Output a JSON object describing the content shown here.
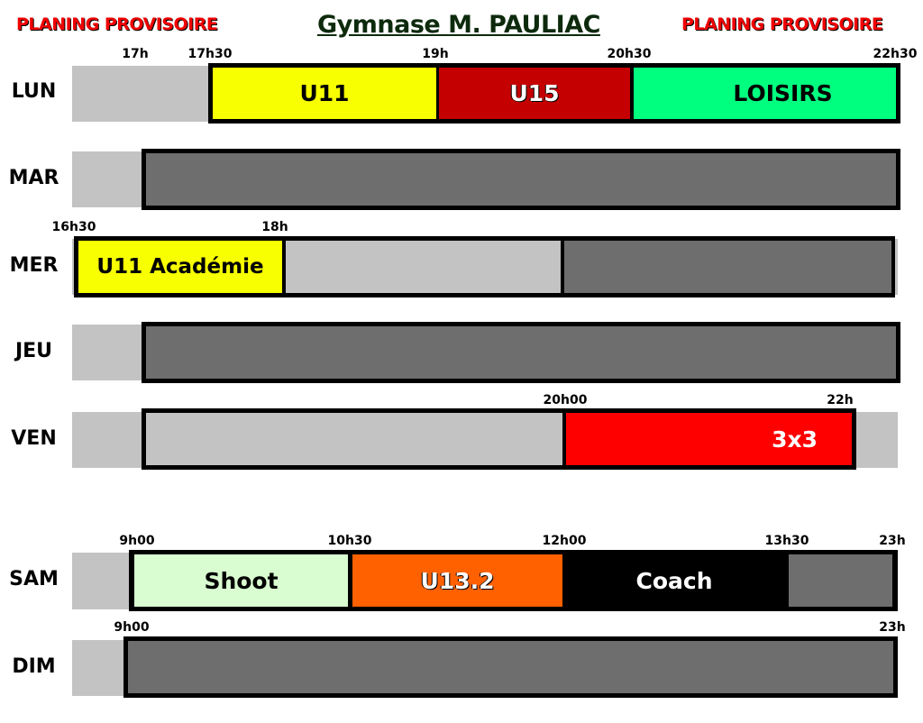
{
  "header": {
    "warning": "PLANING PROVISOIRE",
    "title": "Gymnase M. PAULIAC"
  },
  "days": {
    "lun": {
      "label": "LUN",
      "times": [
        "17h",
        "17h30",
        "19h",
        "20h30",
        "22h30"
      ],
      "slots": [
        "U11",
        "U15",
        "LOISIRS"
      ]
    },
    "mar": {
      "label": "MAR"
    },
    "mer": {
      "label": "MER",
      "times": [
        "16h30",
        "18h"
      ],
      "slots": [
        "U11 Académie"
      ]
    },
    "jeu": {
      "label": "JEU"
    },
    "ven": {
      "label": "VEN",
      "times": [
        "20h00",
        "22h"
      ],
      "slots": [
        "3x3"
      ]
    },
    "sam": {
      "label": "SAM",
      "times": [
        "9h00",
        "10h30",
        "12h00",
        "13h30",
        "23h"
      ],
      "slots": [
        "Shoot",
        "U13.2",
        "Coach"
      ]
    },
    "dim": {
      "label": "DIM",
      "times": [
        "9h00",
        "23h"
      ]
    }
  },
  "colors": {
    "yellow": "#f7ff00",
    "darkred": "#c40000",
    "green": "#00ff7f",
    "red": "#ff0000",
    "orange": "#ff6000",
    "palegreen": "#d9fcd0",
    "gray": "#6e6e6e",
    "lightgray": "#c3c3c3"
  }
}
